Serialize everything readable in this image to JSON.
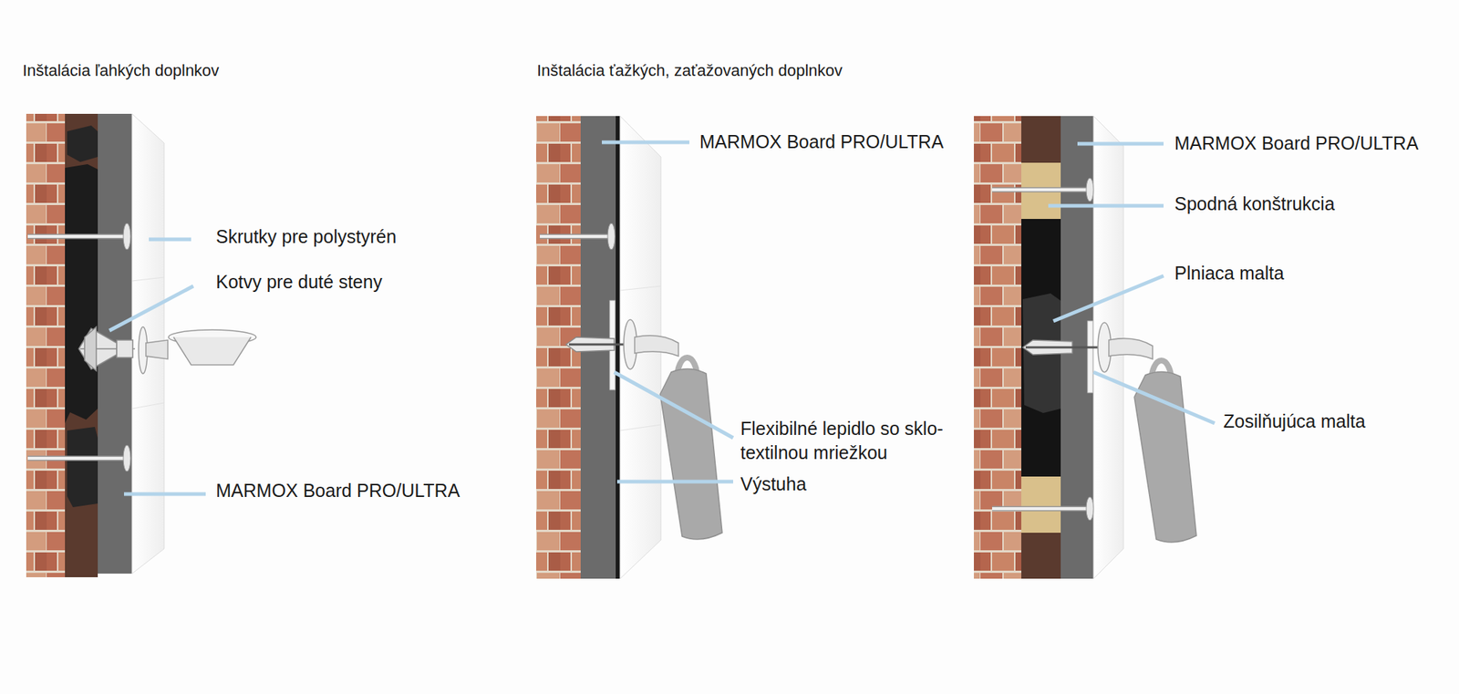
{
  "diagram": {
    "labels": [
      "Inštalácia ľahkých doplnkov",
      "Inštalácia ťažkých, zaťažovaných doplnkov",
      "Skrutky pre polystyrén",
      "Kotvy pre duté steny",
      "MARMOX Board PRO/ULTRA",
      "MARMOX Board PRO/ULTRA",
      "Flexibilné lepidlo so sklo- textilnou mriežkou",
      "Výstuha",
      "MARMOX Board PRO/ULTRA",
      "Spodná konštrukcia",
      "Plniaca malta",
      "Zosilňujúca malta"
    ]
  }
}
